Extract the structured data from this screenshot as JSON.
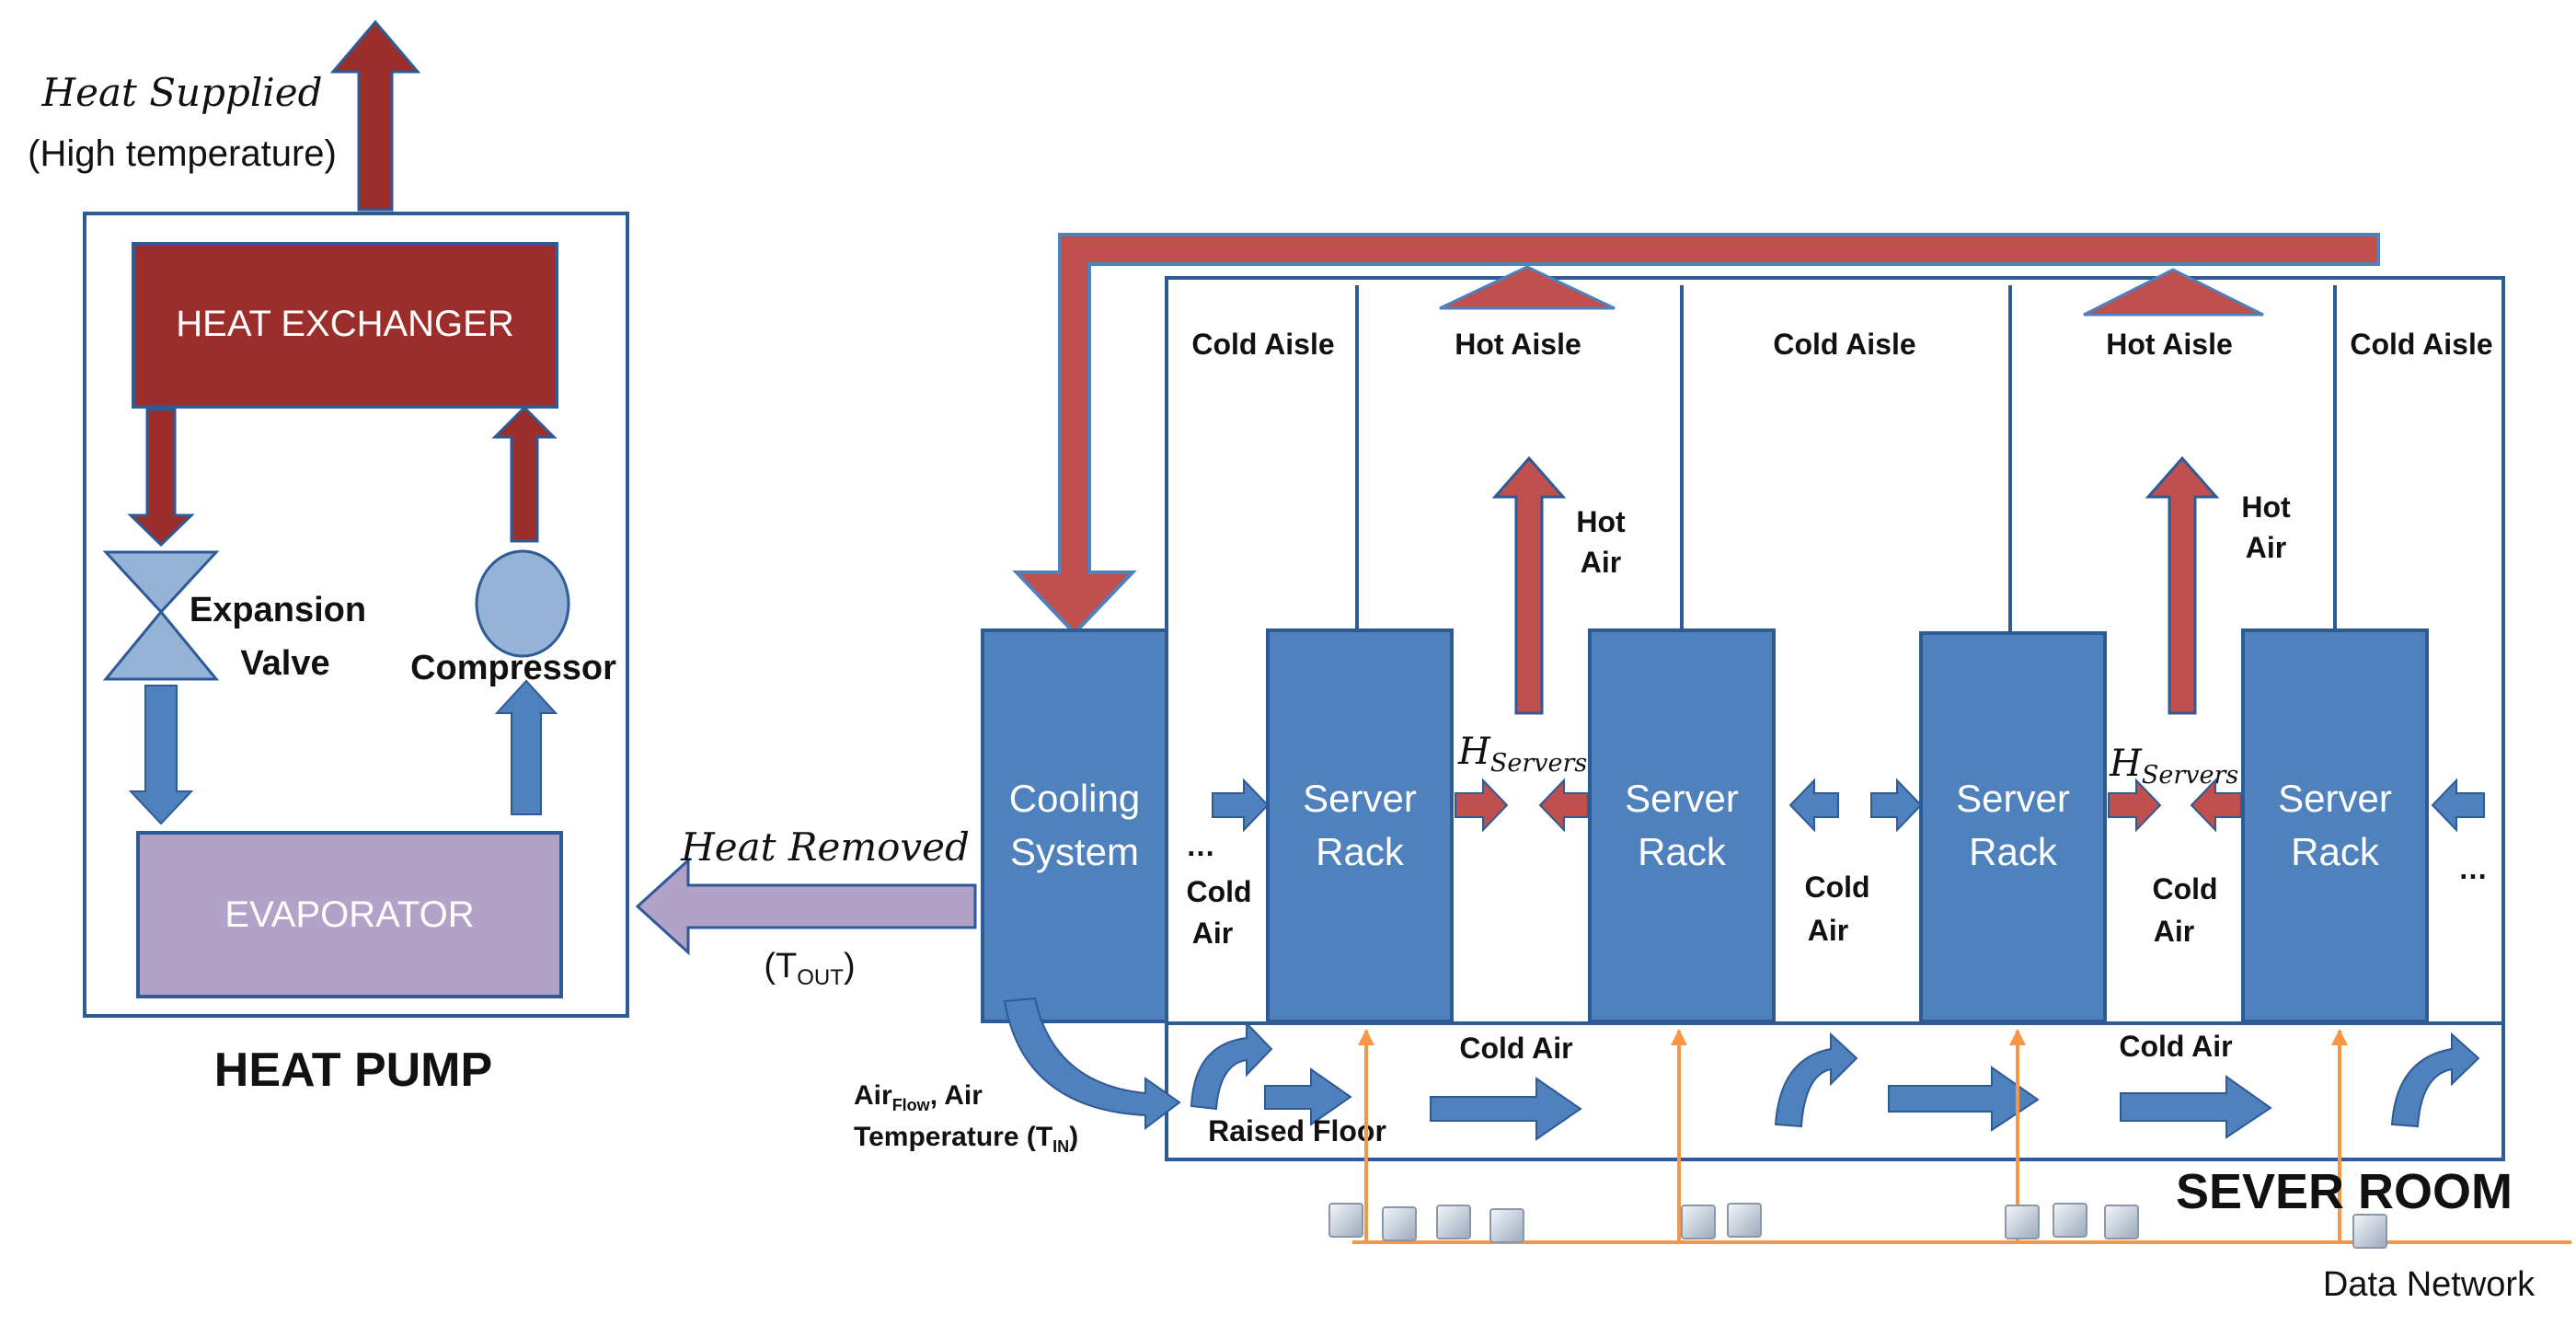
{
  "heat_pump": {
    "heat_supplied": "Heat Supplied",
    "high_temperature": "(High temperature)",
    "heat_exchanger": "HEAT EXCHANGER",
    "expansion_valve_1": "Expansion",
    "expansion_valve_2": "Valve",
    "compressor": "Compressor",
    "evaporator": "EVAPORATOR",
    "title": "HEAT PUMP"
  },
  "transfer": {
    "heat_removed": "Heat Removed",
    "t_out_main": "(T",
    "t_out_sub": "OUT",
    "t_out_end": ")",
    "air_main": "Air",
    "air_sub": "Flow",
    "air_rest": ", Air",
    "temp_main": "Temperature (T",
    "temp_sub": "IN",
    "temp_end": ")"
  },
  "server_room": {
    "cooling_1": "Cooling",
    "cooling_2": "System",
    "aisles": [
      "Cold Aisle",
      "Hot Aisle",
      "Cold Aisle",
      "Hot Aisle",
      "Cold Aisle"
    ],
    "rack_1": "Server",
    "rack_2": "Rack",
    "hot_air_1": "Hot",
    "hot_air_2": "Air",
    "cold_1": "Cold",
    "cold_2": "Air",
    "h_main": "H",
    "h_sub": "Servers",
    "ellipsis": "…",
    "floor_cold_air": "Cold Air",
    "raised_floor": "Raised Floor",
    "title": "SEVER ROOM",
    "data_network": "Data Network"
  },
  "colors": {
    "dark_red": "#9b2d2a",
    "red_arrow": "#c0504d",
    "blue": "#4f81bd",
    "light_blue": "#95b3d7",
    "lavender": "#b3a2c7",
    "orange": "#f79646",
    "outline": "#2e5a96"
  }
}
